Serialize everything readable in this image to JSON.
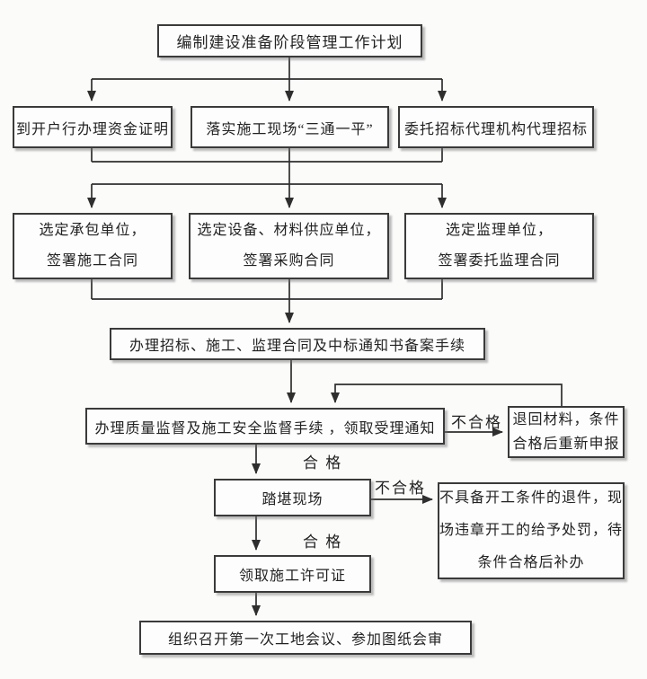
{
  "canvas": {
    "background": "#fbfbfa",
    "line_color": "#2e2e2e",
    "box_border_color": "#3a3a3a",
    "box_fill": "#fdfdfd"
  },
  "nodes": {
    "plan": {
      "text": "编制建设准备阶段管理工作计划"
    },
    "fund_proof": {
      "text": "到开户行办理资金证明"
    },
    "site_prep": {
      "text": "落实施工现场“三通一平”"
    },
    "bid_agency": {
      "text": "委托招标代理机构代理招标"
    },
    "contractor": {
      "text": "选定承包单位，\n签署施工合同"
    },
    "supplier": {
      "text": "选定设备、材料供应单位，\n签署采购合同"
    },
    "supervisor": {
      "text": "选定监理单位，\n签署委托监理合同"
    },
    "record_filing": {
      "text": "办理招标、施工、监理合同及中标通知书备案手续"
    },
    "quality_safety": {
      "text": "办理质量监督及施工安全监督手续 ，领取受理通知"
    },
    "return_material": {
      "text": "退回材料，条件\n合格后重新申报"
    },
    "site_visit": {
      "text": "踏堪现场"
    },
    "penalty": {
      "text": "不具备开工条件的退件，现\n场违章开工的给予处罚，待\n条件合格后补办"
    },
    "permit": {
      "text": "领取施工许可证"
    },
    "first_meeting": {
      "text": "组织召开第一次工地会议、参加图纸会审"
    }
  },
  "labels": {
    "pass_1": "合 格",
    "pass_2": "合 格",
    "fail_1": "不合格",
    "fail_2": "不合格"
  }
}
